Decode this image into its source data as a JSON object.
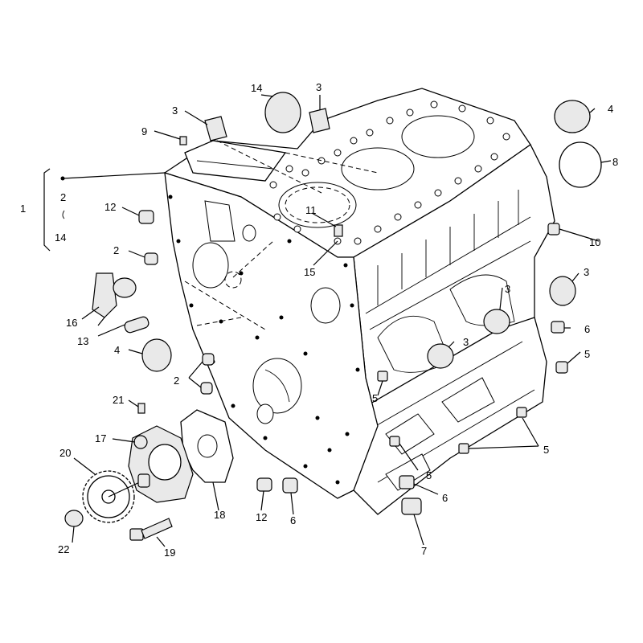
{
  "callouts": {
    "c1": "1",
    "c2a": "2",
    "c14a": "14",
    "c14b": "14",
    "c3a": "3",
    "c3b": "3",
    "c4a": "4",
    "c8": "8",
    "c9": "9",
    "c12a": "12",
    "c11": "11",
    "c15": "15",
    "c10": "10",
    "c2b": "2",
    "c16": "16",
    "c13": "13",
    "c4b": "4",
    "c2c": "2",
    "c3c": "3",
    "c3d": "3",
    "c3e": "3",
    "c6a": "6",
    "c5a": "5",
    "c5b": "5",
    "c5c": "5",
    "c5d": "5",
    "c6b": "6",
    "c7": "7",
    "c21": "21",
    "c17": "17",
    "c20": "20",
    "c18": "18",
    "c12b": "12",
    "c6c": "6",
    "c22": "22",
    "c19": "19"
  }
}
